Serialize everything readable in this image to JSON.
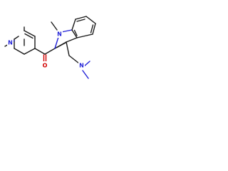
{
  "molecule": {
    "atoms": {
      "n_ring": "N",
      "n_indole": "N",
      "n_amine": "N",
      "o_carbonyl": "O"
    },
    "colors": {
      "bond": "#1a1a1a",
      "nitrogen": "#1f1fd6",
      "oxygen": "#d10000",
      "background": "#ffffff"
    }
  }
}
